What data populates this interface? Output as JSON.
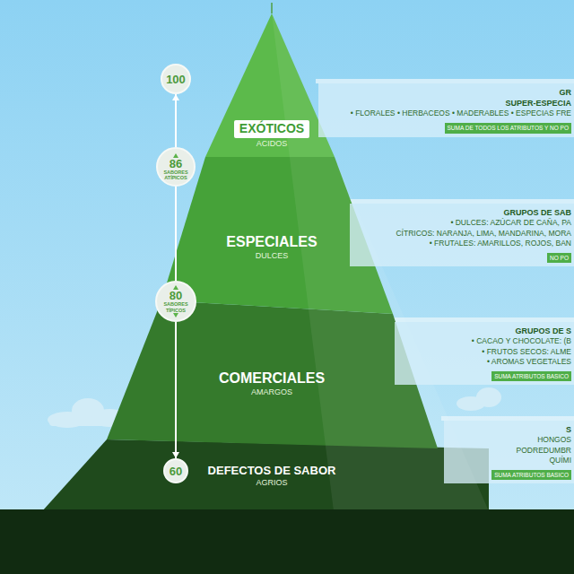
{
  "diagram": {
    "nodes": [
      {
        "text": [
          "EXÓTICOS",
          "ACIDOS"
        ]
      },
      {
        "text": [
          "ESPECIALES",
          "DULCES"
        ]
      },
      {
        "text": [
          "COMERCIALES",
          "AMARGOS"
        ]
      },
      {
        "text": [
          "DEFECTOS DE SABOR",
          "AGRIOS"
        ]
      },
      {
        "text": [
          "100"
        ]
      },
      {
        "text": [
          "86",
          "SABORES ATÍPICOS"
        ]
      },
      {
        "text": [
          "80",
          "SABORES TÍPICOS"
        ]
      },
      {
        "text": [
          "60"
        ]
      },
      {
        "text": [
          "GR",
          "SUPER-ESPECIA",
          "• FLORALES • HERBACEOS • MADERABLES • ESPECIAS FRE"
        ]
      },
      {
        "text": [
          "SUMA DE TODOS LOS ATRIBUTOS Y NO PO"
        ],
        "in": 8
      },
      {
        "text": [
          "GRUPOS DE SAB",
          "• DULCES: AZÚCAR DE CAÑA, PA",
          "CÍTRICOS: NARANJA, LIMA, MANDARINA, MORA",
          "• FRUTALES: AMARILLOS, ROJOS, BAN"
        ]
      },
      {
        "text": [
          "NO PO"
        ],
        "in": 10
      },
      {
        "text": [
          "GRUPOS DE S",
          "• CACAO Y CHOCOLATE: (B",
          "• FRUTOS SECOS: ALME",
          "• AROMAS VEGETALES"
        ]
      },
      {
        "text": [
          "SUMA ATRIBUTOS BASICO"
        ],
        "in": 12
      },
      {
        "text": [
          "S",
          "HONGOS",
          "PODREDUMBR",
          "QUÍMI"
        ]
      },
      {
        "text": [
          "SUMA ATRIBUTOS BASICO"
        ],
        "in": 14
      }
    ],
    "edges": [
      {
        "from": 5,
        "to": 4,
        "arrow": "to"
      },
      {
        "from": 5,
        "to": 6,
        "arrow": "none"
      },
      {
        "from": 6,
        "to": 7,
        "arrow": "to"
      }
    ]
  }
}
